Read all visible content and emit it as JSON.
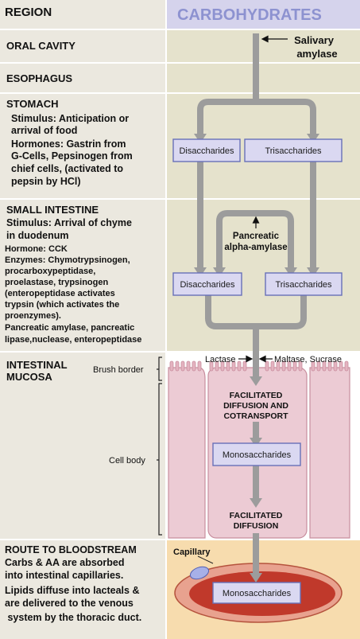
{
  "header": {
    "region_title": "REGION",
    "carbs_title": "CARBOHYDRATES"
  },
  "rows": {
    "oral_cavity": {
      "title": "ORAL CAVITY"
    },
    "esophagus": {
      "title": "ESOPHAGUS"
    },
    "stomach": {
      "title": "STOMACH",
      "lines": [
        "Stimulus: Anticipation or",
        "arrival of food",
        "Hormones: Gastrin from",
        "G-Cells, Pepsinogen from",
        "chief cells, (activated to",
        "pepsin by HCl)"
      ]
    },
    "small_intestine": {
      "title": "SMALL INTESTINE",
      "lines_bold": [
        "Stimulus: Arrival of chyme",
        "in duodenum"
      ],
      "lines": [
        "Hormone: CCK",
        "Enzymes: Chymotrypsinogen,",
        "procarboxypeptidase,",
        "proelastase, trypsinogen",
        "(enteropeptidase activates",
        "trypsin (which activates the",
        "proenzymes).",
        "Pancreatic amylase, pancreatic",
        "lipase,nuclease, enteropeptidase"
      ]
    },
    "intestinal_mucosa": {
      "title_lines": [
        "INTESTINAL",
        "MUCOSA"
      ]
    },
    "route": {
      "title": "ROUTE TO BLOODSTREAM",
      "lines": [
        "Carbs & AA are absorbed",
        "into intestinal capillaries.",
        "Lipids diffuse into lacteals &",
        "are delivered to the venous",
        " system by the thoracic duct."
      ]
    }
  },
  "diagram": {
    "salivary_amylase": [
      "Salivary",
      "amylase"
    ],
    "stomach_left_box": "Disaccharides",
    "stomach_right_box": "Trisaccharides",
    "pancreatic_amylase": [
      "Pancreatic",
      "alpha-amylase"
    ],
    "si_left_box": "Disaccharides",
    "si_right_box": "Trisaccharides",
    "lactase": "Lactase",
    "maltase_sucrase": "Maltase, Sucrase",
    "brush_border": "Brush border",
    "cell_body": "Cell body",
    "facilitated_1": [
      "FACILITATED",
      "DIFFUSION AND",
      "COTRANSPORT"
    ],
    "mono_box_1": "Monosaccharides",
    "facilitated_2": [
      "FACILITATED",
      "DIFFUSION"
    ],
    "capillary": "Capillary",
    "mono_box_2": "Monosaccharides"
  },
  "colors": {
    "left_panel": "#ebe8df",
    "right_panel": "#e5e2cc",
    "header_band": "#d5d3ec",
    "header_text": "#8d92d0",
    "arrow": "#9c9c9c",
    "box_fill": "#dad8f1",
    "box_stroke": "#6870b8",
    "mucosa": "#eccbd4",
    "mucosa_stroke": "#c88e9e",
    "capillary_bg": "#f7dcae",
    "blood_red": "#c0392b"
  }
}
